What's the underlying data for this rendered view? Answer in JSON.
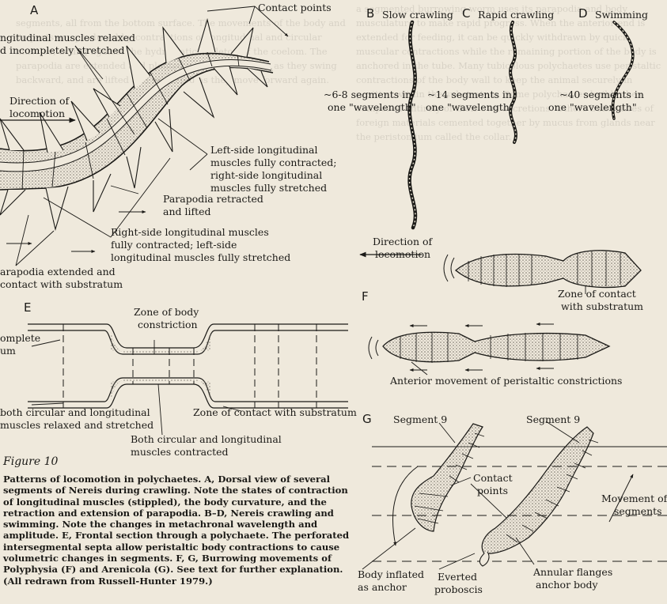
{
  "panels": {
    "a": "A",
    "b": "B",
    "c": "C",
    "d": "D",
    "e": "E",
    "f": "F",
    "g": "G"
  },
  "panel_a": {
    "contact_points": "Contact points",
    "relaxed_1": "ngitudinal muscles relaxed",
    "relaxed_2": "d incompletely stretched",
    "direction_1": "Direction of",
    "direction_2": "locomotion",
    "left_contracted_1": "Left-side longitudinal",
    "left_contracted_2": "muscles fully contracted;",
    "left_contracted_3": "right-side longitudinal",
    "left_contracted_4": "muscles fully stretched",
    "parapodia_retracted_1": "Parapodia retracted",
    "parapodia_retracted_2": "and lifted",
    "right_contracted_1": "Right-side longitudinal muscles",
    "right_contracted_2": "fully contracted; left-side",
    "right_contracted_3": "longitudinal muscles fully stretched",
    "extended_1": "arapodia extended and",
    "extended_2": "contact with substratum"
  },
  "panel_b": {
    "title": "Slow crawling",
    "label_1": "~6-8 segments in",
    "label_2": "one \"wavelength\""
  },
  "panel_c": {
    "title": "Rapid crawling",
    "label_1": "~14 segments in",
    "label_2": "one \"wavelength\""
  },
  "panel_d": {
    "title": "Swimming",
    "label_1": "~40 segments in",
    "label_2": "one \"wavelength\""
  },
  "panel_e": {
    "zone_1": "Zone of body",
    "zone_2": "constriction",
    "complete_1": "omplete",
    "complete_2": "um",
    "relaxed_1": "both circular and longitudinal",
    "relaxed_2": "muscles relaxed and stretched",
    "contact": "Zone of contact with substratum",
    "contracted_1": "Both circular and longitudinal",
    "contracted_2": "muscles contracted"
  },
  "panel_f": {
    "direction_1": "Direction of",
    "direction_2": "locomotion",
    "contact_1": "Zone of contact",
    "contact_2": "with substratum",
    "movement": "Anterior movement of peristaltic constrictions"
  },
  "panel_g": {
    "segment_a": "Segment 9",
    "segment_b": "Segment 9",
    "contact_1": "Contact",
    "contact_2": "points",
    "movement_1": "Movement of",
    "movement_2": "segments",
    "anchor_1": "Body inflated",
    "anchor_2": "as anchor",
    "proboscis_1": "Everted",
    "proboscis_2": "proboscis",
    "flanges_1": "Annular flanges",
    "flanges_2": "anchor body"
  },
  "figure_title": "Figure 10",
  "caption": "Patterns of locomotion in polychaetes. A, Dorsal view of several segments of Nereis during crawling. Note the states of contraction of longitudinal muscles (stippled), the body curvature, and the retraction and extension of parapodia. B–D, Nereis crawling and swimming. Note the changes in metachronal wavelength and amplitude. E, Frontal section through a polychaete. The perforated intersegmental septa allow peristaltic body contractions to cause volumetric changes in segments. F, G, Burrowing movements of Polyphysia (F) and Arenicola (G). See text for further explanation. (All redrawn from Russell-Hunter 1979.)",
  "colors": {
    "paper": "#efe9dc",
    "ink": "#1b1a17",
    "stipple": "#9a958b",
    "ghost": "#a39f96"
  }
}
